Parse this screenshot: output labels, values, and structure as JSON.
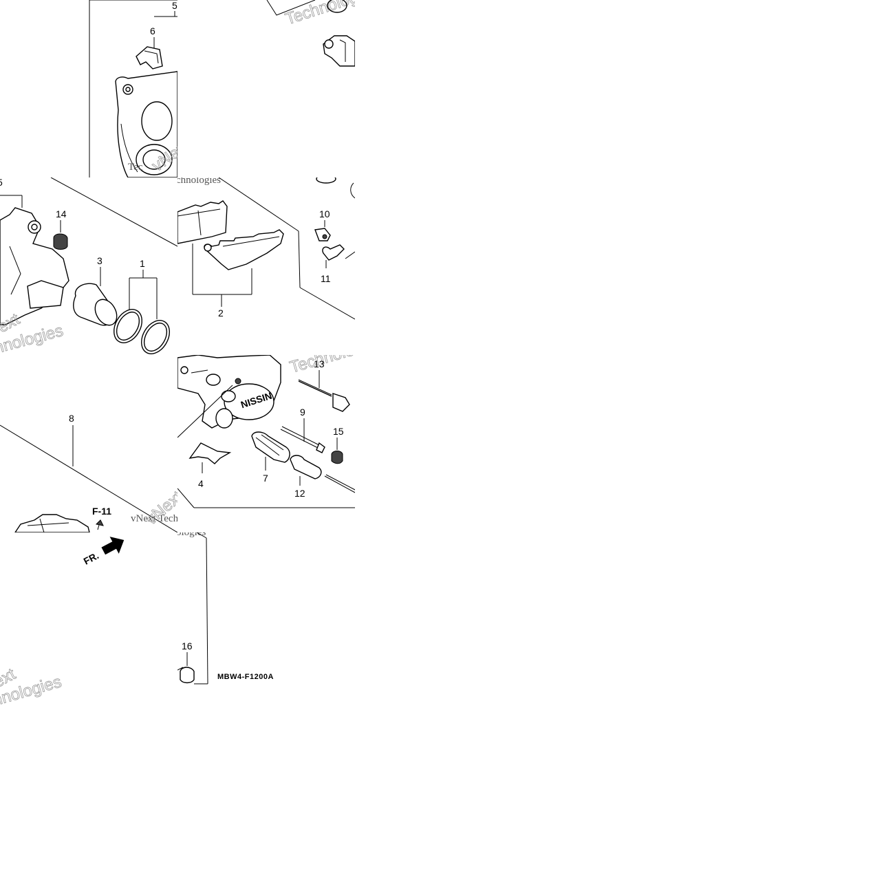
{
  "diagram": {
    "callouts": [
      "1",
      "2",
      "3",
      "4",
      "5",
      "6",
      "7",
      "8",
      "9",
      "10",
      "11",
      "12",
      "13",
      "14",
      "15",
      "16"
    ],
    "direction_marker": "FR.",
    "reference": "F-11",
    "drawing_code": "MBW4-F1200A",
    "caliper_logo": "NISSIN"
  },
  "watermark": {
    "line1": "vNext Technologies",
    "line2": "vNext",
    "line3": "Technologies",
    "partial_a": "Tec",
    "partial_b": "hnologies",
    "partial_c": "chnologies",
    "partial_d": "ext",
    "partial_e": "ologies"
  }
}
